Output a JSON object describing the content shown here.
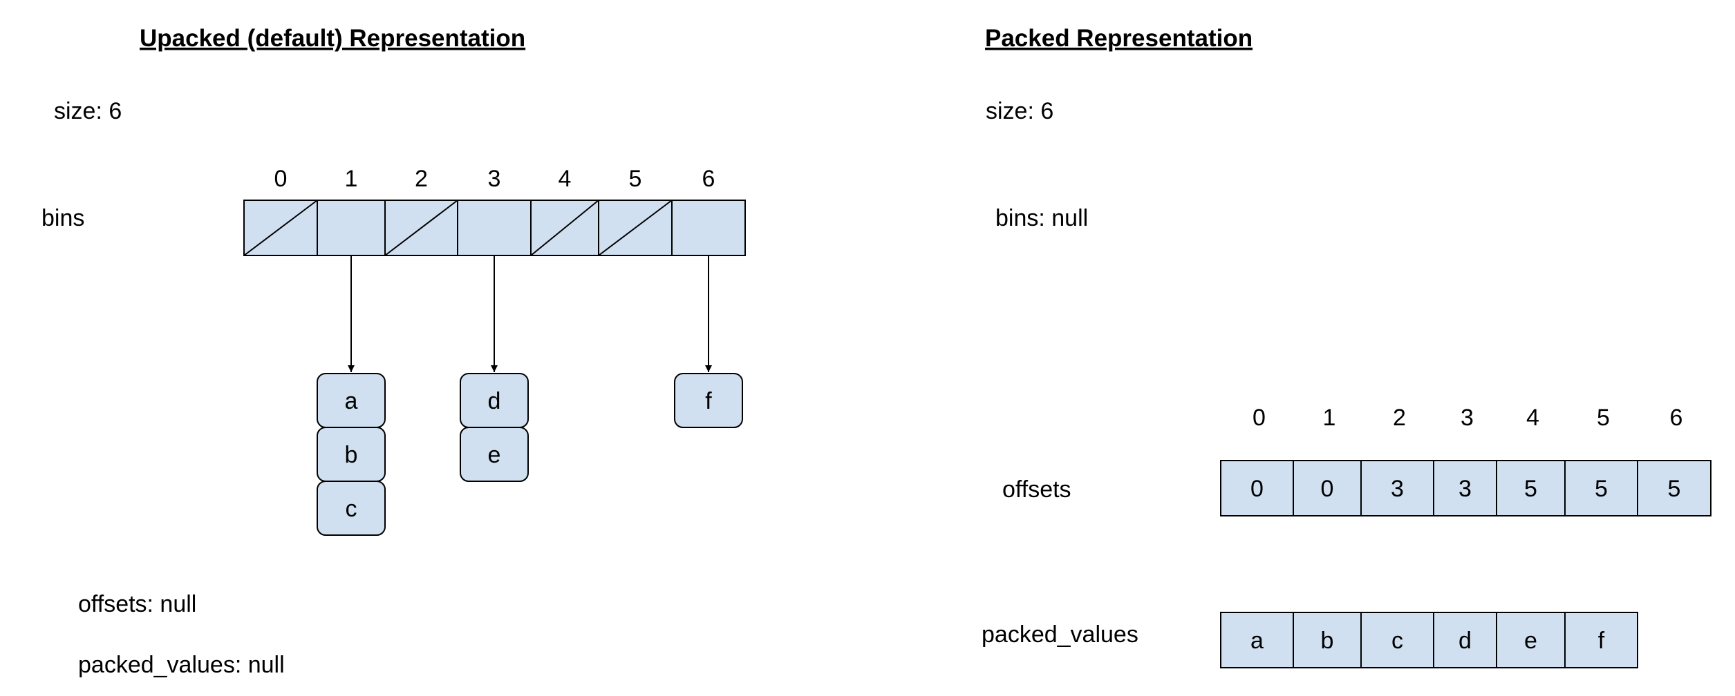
{
  "unpacked": {
    "title": "Upacked (default) Representation",
    "size_label": "size: 6",
    "bins_label": "bins",
    "bin_indices": [
      "0",
      "1",
      "2",
      "3",
      "4",
      "5",
      "6"
    ],
    "null_bins": [
      0,
      2,
      4,
      5
    ],
    "pointers": [
      {
        "bin": 1,
        "values": [
          "a",
          "b",
          "c"
        ]
      },
      {
        "bin": 3,
        "values": [
          "d",
          "e"
        ]
      },
      {
        "bin": 6,
        "values": [
          "f"
        ]
      }
    ],
    "offsets_label": "offsets: null",
    "packed_values_label": "packed_values: null"
  },
  "packed": {
    "title": "Packed Representation",
    "size_label": "size: 6",
    "bins_label": "bins: null",
    "offsets_label": "offsets",
    "offset_indices": [
      "0",
      "1",
      "2",
      "3",
      "4",
      "5",
      "6"
    ],
    "offsets": [
      "0",
      "0",
      "3",
      "3",
      "5",
      "5",
      "5"
    ],
    "packed_values_label": "packed_values",
    "packed_values": [
      "a",
      "b",
      "c",
      "d",
      "e",
      "f"
    ]
  },
  "colors": {
    "cell_fill": "#d0e0f0",
    "stroke": "#000000"
  }
}
